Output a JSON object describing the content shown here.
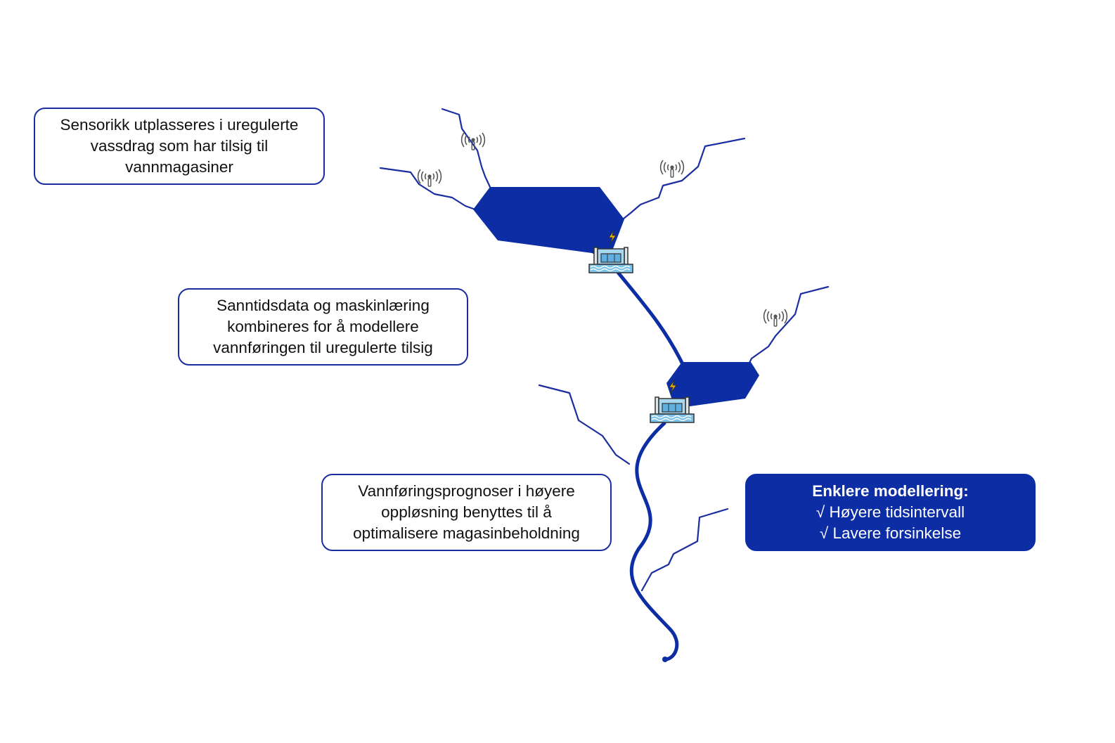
{
  "callouts": {
    "sensors": {
      "lines": [
        "Sensorikk utplasseres i uregulerte",
        "vassdrag som har tilsig til",
        "vannmagasiner"
      ]
    },
    "realtime": {
      "lines": [
        "Sanntidsdata og maskinlæring",
        "kombineres for å modellere",
        "vannføringen til uregulerte tilsig"
      ]
    },
    "forecast": {
      "lines": [
        "Vannføringsprognoser i høyere",
        "oppløsning benyttes til å",
        "optimalisere magasinbeholdning"
      ]
    },
    "highlight": {
      "title": "Enklere modellering:",
      "items": [
        "√  Høyere tidsintervall",
        "√  Lavere forsinkelse"
      ]
    }
  },
  "icons": {
    "sensor": "antenna-signal-icon",
    "plant": "hydropower-dam-icon",
    "lightning": "lightning-bolt-icon"
  },
  "colors": {
    "water": "#0c2da3",
    "border": "#1a2ea0",
    "dam_light": "#a8d8f0",
    "bolt": "#f5b800"
  }
}
